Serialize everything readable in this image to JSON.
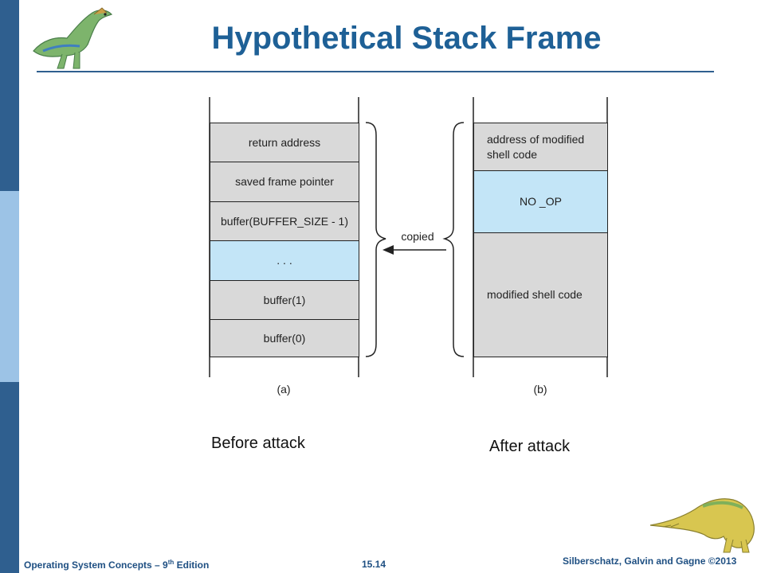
{
  "slide": {
    "title": "Hypothetical Stack Frame",
    "footer_left": "Operating System Concepts – 9",
    "footer_left_sup": "th",
    "footer_left_end": " Edition",
    "page_number": "15.14",
    "footer_right": "Silberschatz, Galvin and Gagne ©2013"
  },
  "diagram": {
    "stack_a": {
      "label": "(a)",
      "cells": [
        {
          "text": "return address",
          "fill": "gray"
        },
        {
          "text": "saved frame pointer",
          "fill": "gray"
        },
        {
          "text": "buffer(BUFFER_SIZE - 1)",
          "fill": "gray"
        },
        {
          "text": ". . .",
          "fill": "blue"
        },
        {
          "text": "buffer(1)",
          "fill": "gray"
        },
        {
          "text": "buffer(0)",
          "fill": "gray"
        }
      ]
    },
    "stack_b": {
      "label": "(b)",
      "cells": [
        {
          "text": "address of modified shell code",
          "fill": "gray"
        },
        {
          "text": "NO _OP",
          "fill": "blue"
        },
        {
          "text": "modified shell code",
          "fill": "gray"
        }
      ]
    },
    "arrow_label": "copied"
  },
  "captions": {
    "before": "Before attack",
    "after": "After attack"
  },
  "colors": {
    "accent": "#1e6096",
    "cell_gray": "#d9d9d9",
    "cell_blue": "#c3e5f7"
  },
  "icons": {
    "top_logo": "dinosaur-icon",
    "bottom_logo": "dinosaur-icon"
  }
}
